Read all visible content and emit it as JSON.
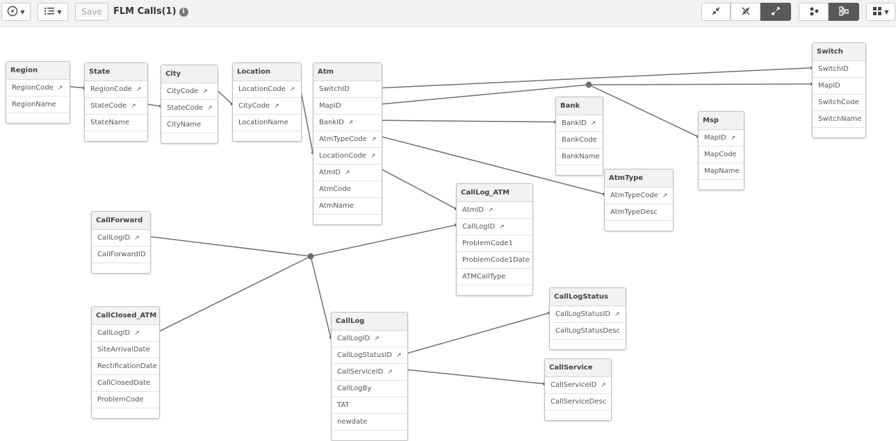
{
  "toolbar": {
    "nav_icon": "compass-icon",
    "view_icon": "list-icon",
    "save_label": "Save",
    "title": "FLM Calls(1)",
    "info_icon": "info-icon",
    "right_icons": [
      "collapse-icon",
      "hide-links-icon",
      "expand-icon",
      "internal-view-icon",
      "source-view-icon",
      "layout-grid-icon"
    ]
  },
  "tables": [
    {
      "name": "Region",
      "fields": [
        {
          "name": "RegionCode",
          "key": true
        },
        {
          "name": "RegionName",
          "key": false
        }
      ]
    },
    {
      "name": "State",
      "fields": [
        {
          "name": "RegionCode",
          "key": true
        },
        {
          "name": "StateCode",
          "key": true
        },
        {
          "name": "StateName",
          "key": false
        }
      ]
    },
    {
      "name": "City",
      "fields": [
        {
          "name": "CityCode",
          "key": true
        },
        {
          "name": "StateCode",
          "key": true
        },
        {
          "name": "CityName",
          "key": false
        }
      ]
    },
    {
      "name": "Location",
      "fields": [
        {
          "name": "LocationCode",
          "key": true
        },
        {
          "name": "CityCode",
          "key": true
        },
        {
          "name": "LocationName",
          "key": false
        }
      ]
    },
    {
      "name": "Atm",
      "fields": [
        {
          "name": "SwitchID",
          "key": false
        },
        {
          "name": "MapID",
          "key": false
        },
        {
          "name": "BankID",
          "key": true
        },
        {
          "name": "AtmTypeCode",
          "key": true
        },
        {
          "name": "LocationCode",
          "key": true
        },
        {
          "name": "AtmID",
          "key": true
        },
        {
          "name": "AtmCode",
          "key": false
        },
        {
          "name": "AtmName",
          "key": false
        }
      ]
    },
    {
      "name": "Switch",
      "fields": [
        {
          "name": "SwitchID",
          "key": false
        },
        {
          "name": "MapID",
          "key": false
        },
        {
          "name": "SwitchCode",
          "key": false
        },
        {
          "name": "SwitchName",
          "key": false
        }
      ]
    },
    {
      "name": "Bank",
      "fields": [
        {
          "name": "BankID",
          "key": true
        },
        {
          "name": "BankCode",
          "key": false
        },
        {
          "name": "BankName",
          "key": false
        }
      ]
    },
    {
      "name": "Msp",
      "fields": [
        {
          "name": "MapID",
          "key": true
        },
        {
          "name": "MapCode",
          "key": false
        },
        {
          "name": "MapName",
          "key": false
        }
      ]
    },
    {
      "name": "AtmType",
      "fields": [
        {
          "name": "AtmTypeCode",
          "key": true
        },
        {
          "name": "AtmTypeDesc",
          "key": false
        }
      ]
    },
    {
      "name": "CallLog_ATM",
      "fields": [
        {
          "name": "AtmID",
          "key": true
        },
        {
          "name": "CallLogID",
          "key": true
        },
        {
          "name": "ProblemCode1",
          "key": false
        },
        {
          "name": "ProblemCode1Date",
          "key": false
        },
        {
          "name": "ATMCallType",
          "key": false
        }
      ]
    },
    {
      "name": "CallForward",
      "fields": [
        {
          "name": "CallLogID",
          "key": true
        },
        {
          "name": "CallForwardID",
          "key": false
        }
      ]
    },
    {
      "name": "CallClosed_ATM",
      "fields": [
        {
          "name": "CallLogID",
          "key": true
        },
        {
          "name": "SiteArrivalDate",
          "key": false
        },
        {
          "name": "RectificationDate",
          "key": false
        },
        {
          "name": "CallClosedDate",
          "key": false
        },
        {
          "name": "ProblemCode",
          "key": false
        }
      ]
    },
    {
      "name": "CallLog",
      "fields": [
        {
          "name": "CallLogID",
          "key": true
        },
        {
          "name": "CallLogStatusID",
          "key": true
        },
        {
          "name": "CallServiceID",
          "key": true
        },
        {
          "name": "CallLogBy",
          "key": false
        },
        {
          "name": "TAT",
          "key": false
        },
        {
          "name": "newdate",
          "key": false
        }
      ]
    },
    {
      "name": "CallLogStatus",
      "fields": [
        {
          "name": "CallLogStatusID",
          "key": true
        },
        {
          "name": "CallLogStatusDesc",
          "key": false
        }
      ]
    },
    {
      "name": "CallService",
      "fields": [
        {
          "name": "CallServiceID",
          "key": true
        },
        {
          "name": "CallServiceDesc",
          "key": false
        }
      ]
    }
  ]
}
